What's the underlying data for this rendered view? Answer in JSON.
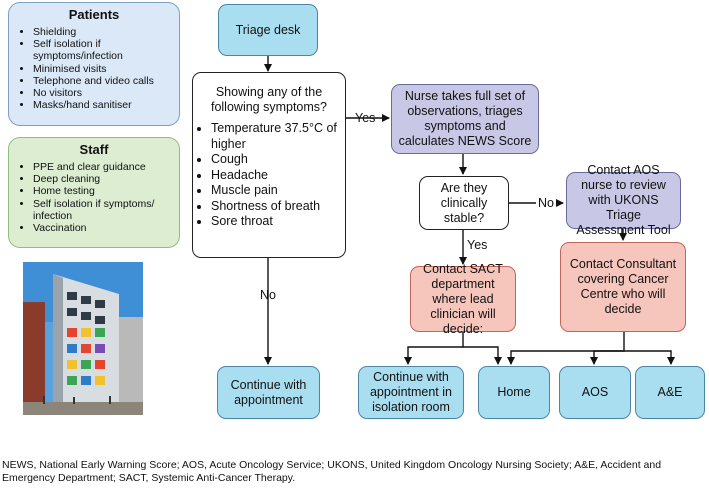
{
  "patients": {
    "title": "Patients",
    "items": [
      "Shielding",
      "Self isolation if symptoms/infection",
      "Minimised visits",
      "Telephone and video calls",
      "No visitors",
      "Masks/hand sanitiser"
    ]
  },
  "staff": {
    "title": "Staff",
    "items": [
      "PPE and clear guidance",
      "Deep cleaning",
      "Home testing",
      "Self isolation if symptoms/ infection",
      "Vaccination"
    ]
  },
  "flow": {
    "triage_desk": "Triage desk",
    "symptoms_question": "Showing any of the following symptoms?",
    "symptoms": [
      "Temperature 37.5°C of higher",
      "Cough",
      "Headache",
      "Muscle pain",
      "Shortness of breath",
      "Sore throat"
    ],
    "yes_label_1": "Yes",
    "no_label_1": "No",
    "nurse_obs": "Nurse takes full set of observations, triages symptoms and calculates NEWS Score",
    "clinically_stable": "Are they clinically stable?",
    "no_label_2": "No",
    "yes_label_2": "Yes",
    "contact_aos": "Contact AOS nurse to review with UKONS Triage Assessment Tool",
    "contact_sact": "Contact SACT department where lead clinician will decide:",
    "contact_consultant": "Contact Consultant covering Cancer Centre who will decide",
    "continue_appointment": "Continue with appointment",
    "continue_isolation": "Continue with appointment in isolation room",
    "home": "Home",
    "aos": "AOS",
    "ae": "A&E"
  },
  "footnote": "NEWS, National Early Warning Score; AOS, Acute Oncology Service; UKONS, United Kingdom Oncology Nursing Society; A&E, Accident and Emergency Department; SACT, Systemic Anti-Cancer Therapy.",
  "colors": {
    "blue": "#a9def0",
    "purple": "#c9c7e6",
    "salmon": "#f6c6bd",
    "patients_panel": "#dbe8f8",
    "staff_panel": "#dcedd2"
  }
}
